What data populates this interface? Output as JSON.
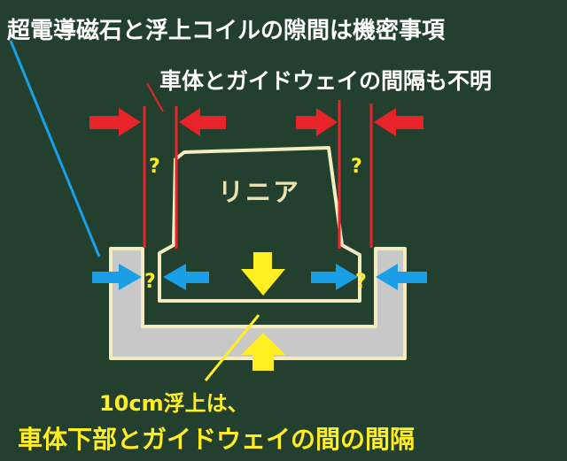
{
  "texts": {
    "title_top": "超電導磁石と浮上コイルの隙間は機密事項",
    "title_second": "車体とガイドウェイの間隔も不明",
    "vehicle_label": "リニア",
    "caption_line1": "10cm浮上は、",
    "caption_line2": "車体下部とガイドウェイの間の間隔",
    "question_mark": "?"
  },
  "colors": {
    "background": "#23402f",
    "guideway_fill": "#c8c8c8",
    "outline": "#f3ecc0",
    "red_arrow": "#e8232a",
    "blue_arrow": "#1a9fe6",
    "yellow": "#ffee22",
    "white_text": "#ffffff"
  },
  "icons": {
    "red_arrows": "red-arrow-icon",
    "blue_arrows": "blue-arrow-icon",
    "yellow_arrows": "yellow-arrow-icon"
  }
}
